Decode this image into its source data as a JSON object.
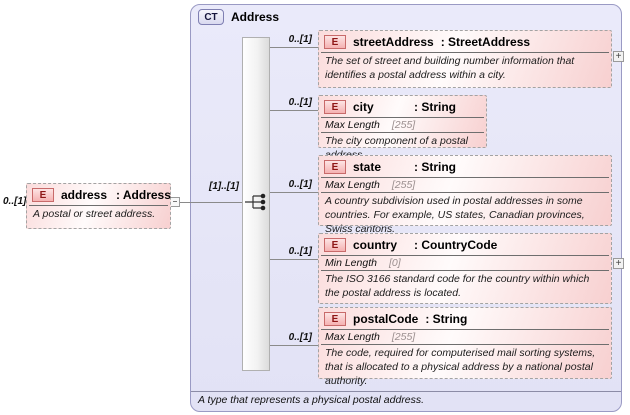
{
  "root_element": {
    "cardinality": "0..[1]",
    "badge": "E",
    "name": "address",
    "type": ": Address",
    "description": "A postal or street address."
  },
  "connection": {
    "cardinality": "[1]..[1]",
    "compositor": "sequence"
  },
  "complex_type": {
    "badge": "CT",
    "name": "Address",
    "footer": "A type that represents a physical postal address.",
    "elements": [
      {
        "badge": "E",
        "name": "streetAddress",
        "type": ": StreetAddress",
        "cardinality": "0..[1]",
        "description": "The set of street and building number information that identifies a postal address within a city.",
        "expandable": true
      },
      {
        "badge": "E",
        "name": "city",
        "type": ": String",
        "cardinality": "0..[1]",
        "facet_name": "Max Length",
        "facet_value": "[255]",
        "description": "The city component of a postal address."
      },
      {
        "badge": "E",
        "name": "state",
        "type": ": String",
        "cardinality": "0..[1]",
        "facet_name": "Max Length",
        "facet_value": "[255]",
        "description": "A country subdivision used in postal addresses in some countries. For example, US states, Canadian provinces, Swiss cantons."
      },
      {
        "badge": "E",
        "name": "country",
        "type": ": CountryCode",
        "cardinality": "0..[1]",
        "facet_name": "Min Length",
        "facet_value": "[0]",
        "description": "The ISO 3166 standard code for the country within which the postal address is located.",
        "expandable": true
      },
      {
        "badge": "E",
        "name": "postalCode",
        "type": ": String",
        "cardinality": "0..[1]",
        "facet_name": "Max Length",
        "facet_value": "[255]",
        "description": "The code, required for computerised mail sorting systems, that is allocated to a physical address by a national postal authority."
      }
    ]
  },
  "icons": {
    "expand": "+"
  },
  "colors": {
    "container_bg": "#e6e6f8",
    "container_border": "#9a9ac4",
    "element_fill_light": "#fffbfb",
    "element_fill_pink": "#f6c8c8",
    "element_border_dashed": "#a3a3a3",
    "element_badge_border": "#c86a6a",
    "element_badge_text": "#8e1616",
    "connector_line": "#8a8a8a"
  }
}
